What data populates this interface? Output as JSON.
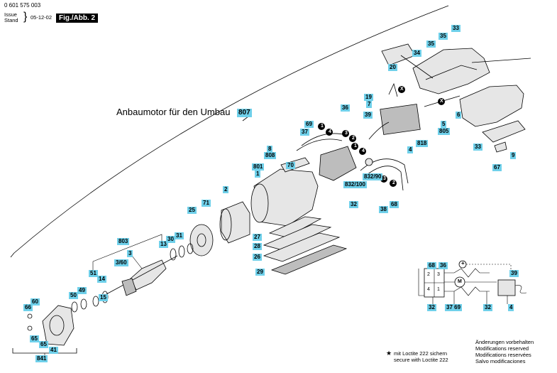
{
  "header": {
    "part_number": "0 601 575 003",
    "issue_label": "Issue",
    "stand_label": "Stand",
    "issue_date": "05-12-02",
    "figure": "Fig./Abb. 2"
  },
  "title": "Anbaumotor für den Umbau",
  "title_ref": "807",
  "labels": [
    "33",
    "35",
    "35",
    "34",
    "20",
    "19",
    "7",
    "39",
    "36",
    "6",
    "5",
    "805",
    "818",
    "4",
    "33",
    "9",
    "67",
    "69",
    "37",
    "8",
    "808",
    "801",
    "1",
    "70",
    "832/90",
    "832/100",
    "32",
    "38",
    "68",
    "2",
    "71",
    "25",
    "27",
    "28",
    "26",
    "29",
    "803",
    "3",
    "3/60",
    "13",
    "30",
    "31",
    "51",
    "14",
    "15",
    "49",
    "50",
    "60",
    "66",
    "65",
    "65",
    "41",
    "841",
    "68",
    "36",
    "32",
    "37 69",
    "32",
    "4",
    "39"
  ],
  "markers": {
    "num1": "1",
    "num2": "2",
    "num3": "3",
    "num4": "4",
    "x": "X",
    "plus": "+",
    "motor": "M",
    "ctr_lt": "2",
    "ctr_rt": "3",
    "ctr_lb": "4",
    "ctr_rb": "1"
  },
  "footnote": {
    "star": "★",
    "loctite_de": "mit Loctite 222 sichern",
    "loctite_en": "secure with Loctite 222"
  },
  "modifications": [
    "Änderungen vorbehalten",
    "Modifications reserved",
    "Modifications reservées",
    "Salvo modificaciones"
  ]
}
